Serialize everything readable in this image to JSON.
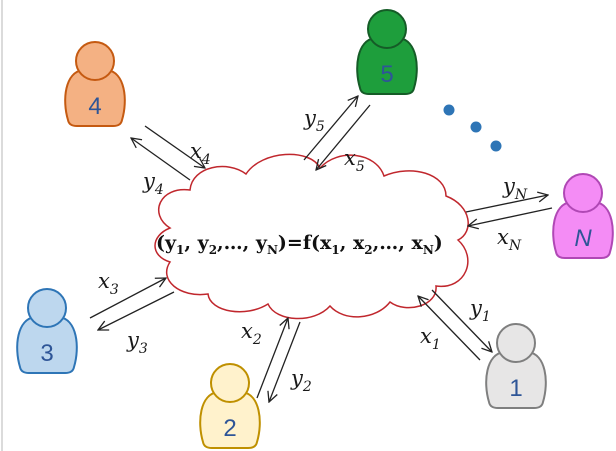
{
  "cloud": {
    "formula_parts": [
      "(",
      "y",
      "1",
      ", ",
      "y",
      "2",
      ",…, ",
      "y",
      "N",
      ")=",
      "f",
      "(",
      "x",
      "1",
      ", ",
      "x",
      "2",
      ",…, ",
      "x",
      "N",
      ")"
    ],
    "border_color": "#c0272d"
  },
  "parties": [
    {
      "id": "4",
      "label": "4",
      "fill": "#f4b183",
      "stroke": "#c55a11",
      "text_color": "#2e5597"
    },
    {
      "id": "5",
      "label": "5",
      "fill": "#1e9e3c",
      "stroke": "#155c27",
      "text_color": "#2e5597"
    },
    {
      "id": "N",
      "label": "N",
      "fill": "#f48cf5",
      "stroke": "#b048b5",
      "text_color": "#2e5597"
    },
    {
      "id": "3",
      "label": "3",
      "fill": "#bdd7ee",
      "stroke": "#2e75b6",
      "text_color": "#2e5597"
    },
    {
      "id": "2",
      "label": "2",
      "fill": "#fff2cc",
      "stroke": "#bf9000",
      "text_color": "#2e5597"
    },
    {
      "id": "1",
      "label": "1",
      "fill": "#e7e6e6",
      "stroke": "#7f7f7f",
      "text_color": "#2e5597"
    }
  ],
  "labels": [
    {
      "id": "x4",
      "base": "x",
      "sub": "4"
    },
    {
      "id": "y4",
      "base": "y",
      "sub": "4"
    },
    {
      "id": "y5",
      "base": "y",
      "sub": "5"
    },
    {
      "id": "x5",
      "base": "x",
      "sub": "5"
    },
    {
      "id": "yN",
      "base": "y",
      "sub": "N"
    },
    {
      "id": "xN",
      "base": "x",
      "sub": "N"
    },
    {
      "id": "x3",
      "base": "x",
      "sub": "3"
    },
    {
      "id": "y3",
      "base": "y",
      "sub": "3"
    },
    {
      "id": "x2",
      "base": "x",
      "sub": "2"
    },
    {
      "id": "y2",
      "base": "y",
      "sub": "2"
    },
    {
      "id": "y1",
      "base": "y",
      "sub": "1"
    },
    {
      "id": "x1",
      "base": "x",
      "sub": "1"
    }
  ],
  "dots_color": "#2e75b6"
}
